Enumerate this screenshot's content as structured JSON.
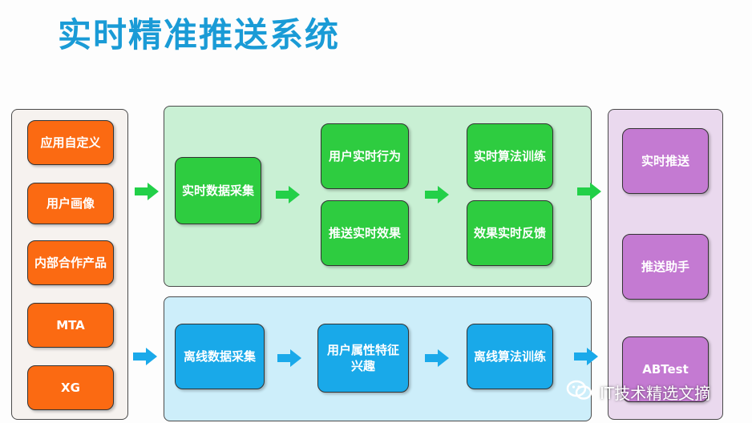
{
  "title": "实时精准推送系统",
  "sources": [
    "应用自定义",
    "用户画像",
    "内部合作产品",
    "MTA",
    "XG"
  ],
  "realtime": {
    "collect": "实时数据采集",
    "behavior": "用户实时行为",
    "effect": "推送实时效果",
    "train": "实时算法训练",
    "feedback": "效果实时反馈"
  },
  "offline": {
    "collect": "离线数据采集",
    "features": "用户属性特征\n兴趣",
    "train": "离线算法训练"
  },
  "outputs": [
    "实时推送",
    "推送助手",
    "ABTest"
  ],
  "watermark": "IT技术精选文摘",
  "colors": {
    "orange": "#fb6a12",
    "green": "#2ecc40",
    "blue": "#19a9e9",
    "purple": "#c47ad2",
    "title": "#1a9bd6"
  }
}
